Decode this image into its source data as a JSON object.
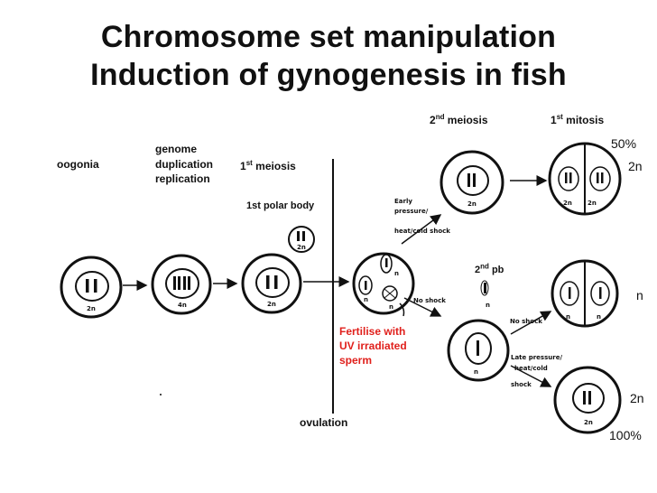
{
  "title": {
    "line1": "Chromosome set manipulation",
    "line2": "Induction of gynogenesis in fish"
  },
  "labels": {
    "oogonia": "oogonia",
    "genome_dup_1": "genome",
    "genome_dup_2": "duplication",
    "genome_dup_3": "replication",
    "first_meiosis_num": "1",
    "first_meiosis_sup": "st",
    "first_meiosis_text": " meiosis",
    "polar_body": "1st polar body",
    "second_meiosis_num": "2",
    "second_meiosis_sup": "nd",
    "second_meiosis_text": " meiosis",
    "first_mitosis_num": "1",
    "first_mitosis_sup": "st",
    "first_mitosis_text": " mitosis",
    "second_pb_num": "2",
    "second_pb_sup": "nd",
    "second_pb_text": " pb",
    "fertilise_1": "Fertilise with",
    "fertilise_2": "UV irradiated",
    "fertilise_3": "sperm",
    "ovulation": "ovulation"
  },
  "outcomes": {
    "top_percent": "50%",
    "top_ploidy": "2n",
    "mid_ploidy": "n",
    "bottom_ploidy": "2n",
    "bottom_percent": "100%"
  },
  "cell_labels": {
    "oogonia": "2n",
    "duplicated": "4n",
    "after_meiosis": "2n",
    "polar_body": "2n",
    "top_egg": "2n",
    "fert_n1": "n",
    "fert_n2": "n",
    "fert_n3": "n",
    "second_pb": "n",
    "mid_egg": "n",
    "top_div_left": "2n",
    "top_div_right": "2n",
    "mid_div_left": "n",
    "mid_div_right": "n",
    "bottom_div": "2n"
  },
  "handwritten": {
    "early_1": "Early",
    "early_2": "pressure/",
    "early_3": "heat/cold  shock",
    "no_shock_1": "No shock",
    "no_shock_2": "No shock",
    "late_1": "Late pressure/",
    "late_2": "heat/cold",
    "late_3": "shock"
  },
  "colors": {
    "accent_red": "#e0201c",
    "ink": "#111111"
  }
}
